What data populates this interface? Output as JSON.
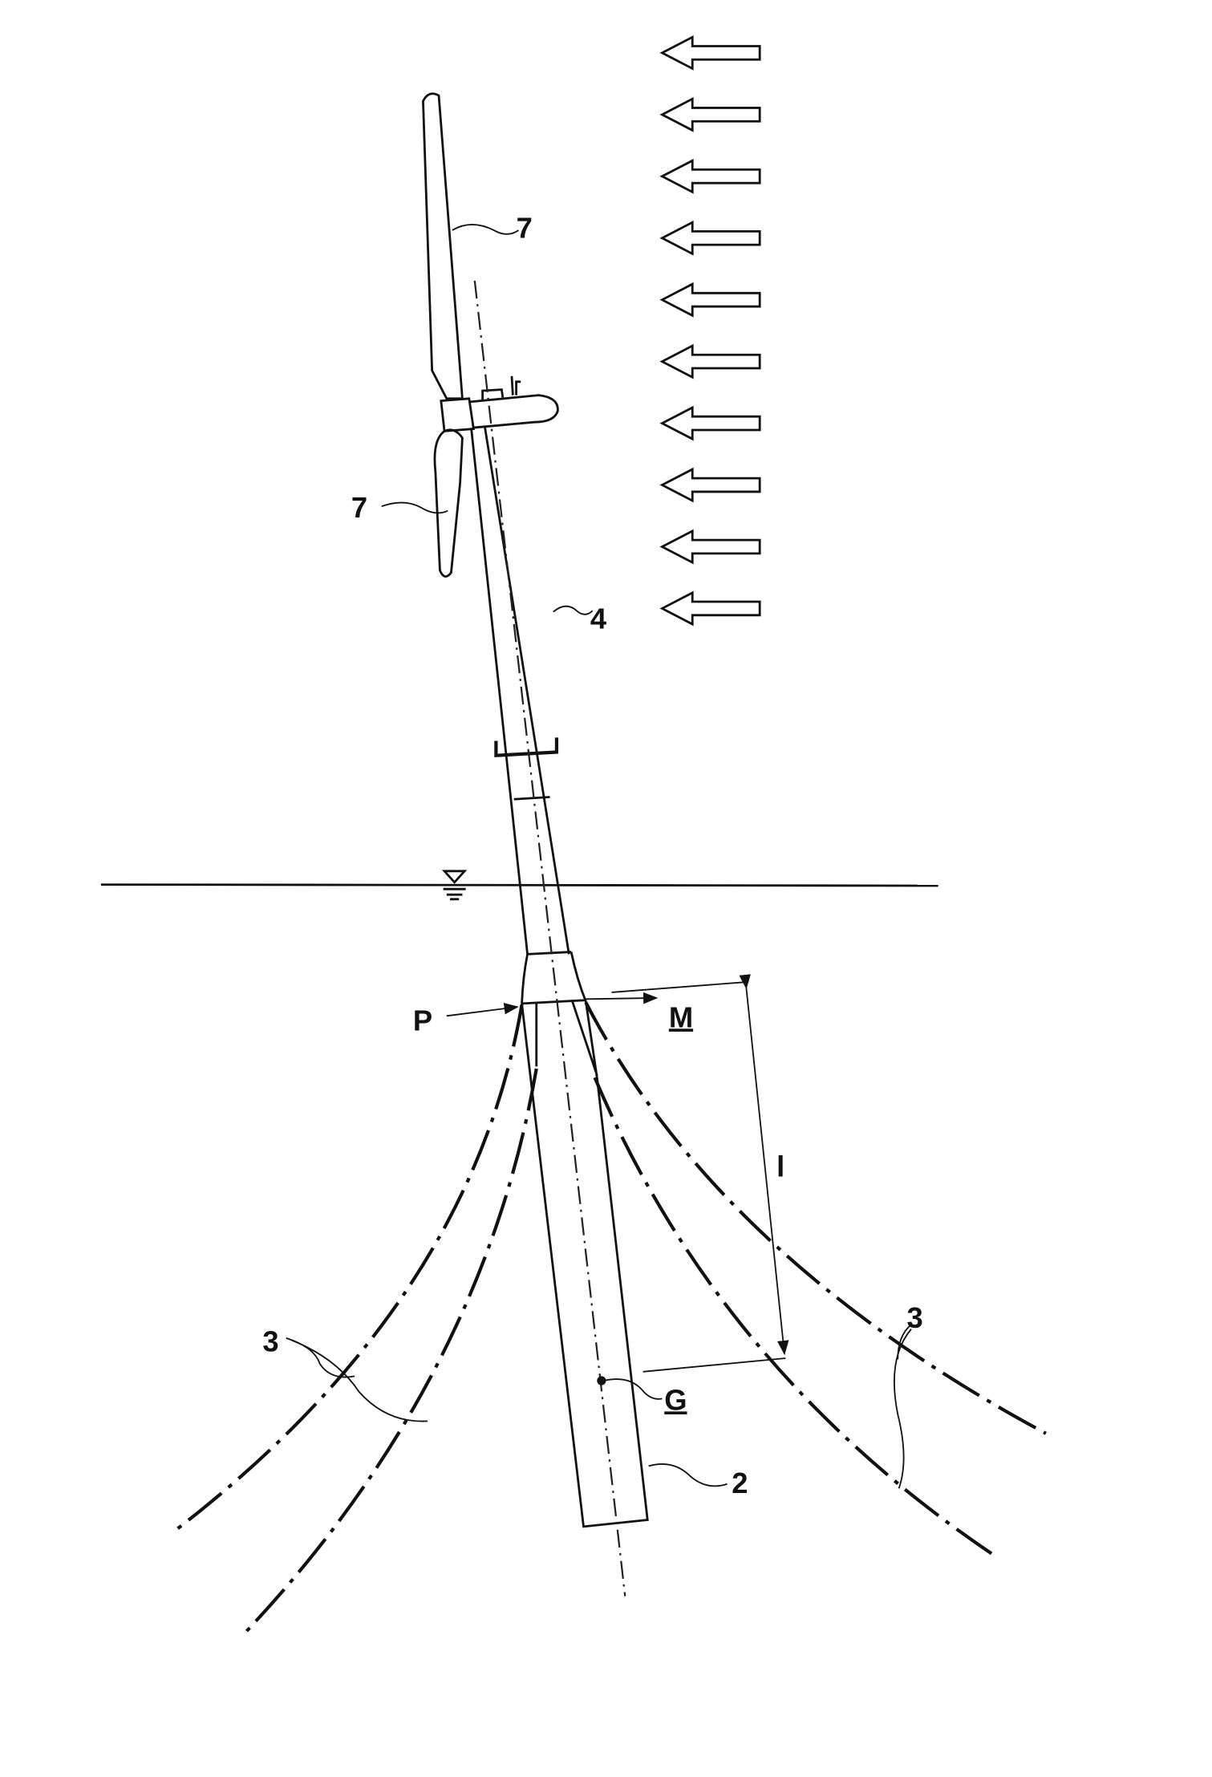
{
  "figure": {
    "labels": {
      "blade_upper": "7",
      "blade_lower": "7",
      "tower": "4",
      "point_p": "P",
      "moment_m": "M",
      "length_l": "l",
      "gravity_center": "G",
      "spar": "2",
      "mooring_left": "3",
      "mooring_right": "3"
    },
    "wind_arrow_count": 10,
    "colors": {
      "line": "#111111",
      "background": "#ffffff"
    }
  }
}
